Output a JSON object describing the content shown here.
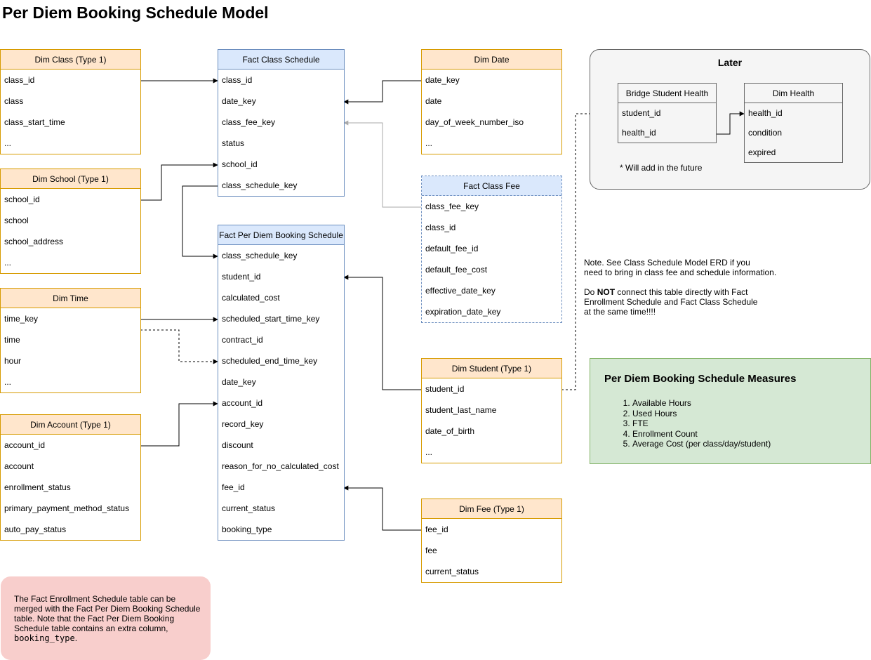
{
  "title": "Per Diem Booking Schedule Model",
  "tables": {
    "dim_class": {
      "title": "Dim Class (Type 1)",
      "rows": [
        "class_id",
        "class",
        "class_start_time",
        "..."
      ]
    },
    "dim_school": {
      "title": "Dim School (Type 1)",
      "rows": [
        "school_id",
        "school",
        "school_address",
        "..."
      ]
    },
    "dim_time": {
      "title": "Dim Time",
      "rows": [
        "time_key",
        "time",
        "hour",
        "..."
      ]
    },
    "dim_account": {
      "title": "Dim Account (Type 1)",
      "rows": [
        "account_id",
        "account",
        "enrollment_status",
        "primary_payment_method_status",
        "auto_pay_status"
      ]
    },
    "fact_class_schedule": {
      "title": "Fact Class Schedule",
      "rows": [
        "class_id",
        "date_key",
        "class_fee_key",
        "status",
        "school_id",
        "class_schedule_key"
      ]
    },
    "fact_per_diem": {
      "title": "Fact Per Diem Booking Schedule",
      "rows": [
        "class_schedule_key",
        "student_id",
        "calculated_cost",
        "scheduled_start_time_key",
        "contract_id",
        "scheduled_end_time_key",
        "date_key",
        "account_id",
        "record_key",
        "discount",
        "reason_for_no_calculated_cost",
        "fee_id",
        "current_status",
        "booking_type"
      ]
    },
    "dim_date": {
      "title": "Dim Date",
      "rows": [
        "date_key",
        "date",
        "day_of_week_number_iso",
        "..."
      ]
    },
    "fact_class_fee": {
      "title": "Fact Class Fee",
      "rows": [
        "class_fee_key",
        "class_id",
        "default_fee_id",
        "default_fee_cost",
        "effective_date_key",
        "expiration_date_key"
      ]
    },
    "dim_student": {
      "title": "Dim Student (Type 1)",
      "rows": [
        "student_id",
        "student_last_name",
        "date_of_birth",
        "..."
      ]
    },
    "dim_fee": {
      "title": "Dim Fee (Type 1)",
      "rows": [
        "fee_id",
        "fee",
        "current_status"
      ]
    },
    "bridge_student_health": {
      "title": "Bridge Student Health",
      "rows": [
        "student_id",
        "health_id"
      ]
    },
    "dim_health": {
      "title": "Dim Health",
      "rows": [
        "health_id",
        "condition",
        "expired"
      ]
    }
  },
  "later": {
    "title": "Later",
    "note": "* Will add in the future"
  },
  "note": {
    "line1": "Note. See Class Schedule Model ERD if you",
    "line2": "need to bring in class fee and schedule information.",
    "line3_prefix": "Do ",
    "line3_bold": "NOT",
    "line3_suffix": " connect this table directly with Fact",
    "line4": "Enrollment Schedule and Fact Class Schedule",
    "line5": "at the same time!!!!"
  },
  "measures": {
    "title": "Per Diem Booking Schedule Measures",
    "items": [
      "Available Hours",
      "Used Hours",
      "FTE",
      "Enrollment Count",
      "Average Cost (per class/day/student)"
    ]
  },
  "merge_note": {
    "text": "The Fact Enrollment Schedule table can be merged with the Fact Per Diem Booking Schedule table. Note that the Fact Per Diem Booking Schedule table contains an extra column,",
    "code": "booking_type",
    "end": "."
  },
  "colors": {
    "dim_fill": "#ffe6cc",
    "dim_stroke": "#d79b00",
    "fact_fill": "#dae8fc",
    "fact_stroke": "#6c8ebf",
    "measures_fill": "#d5e8d4",
    "merge_note_fill": "#f8cecc",
    "later_fill": "#f5f5f5"
  }
}
